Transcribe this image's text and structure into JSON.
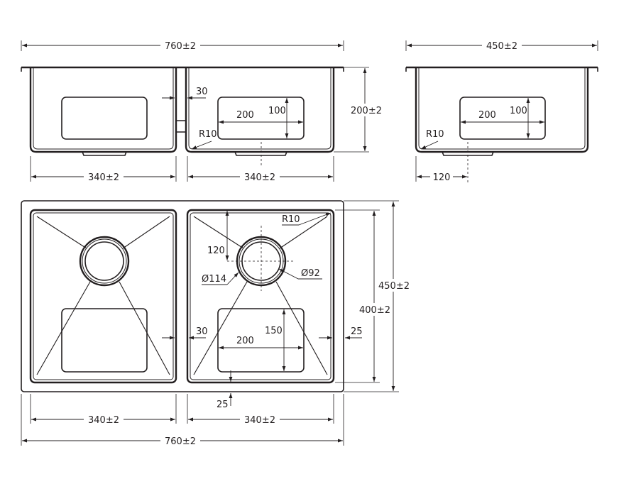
{
  "colors": {
    "line": "#231f20",
    "background": "#ffffff"
  },
  "front_view": {
    "overall_width": "760±2",
    "left_bowl_width": "340±2",
    "right_bowl_width": "340±2",
    "gap": "30",
    "depth": "200±2",
    "corner_radius": "R10",
    "grid_width": "200",
    "grid_height": "100"
  },
  "side_view": {
    "overall_depth": "450±2",
    "grid_width": "200",
    "grid_height": "100",
    "corner_radius": "R10",
    "drain_offset": "120"
  },
  "plan_view": {
    "corner_radius": "R10",
    "drain_offset": "120",
    "outer_diameter": "Ø114",
    "inner_diameter": "Ø92",
    "outer_depth": "450±2",
    "bowl_depth": "400±2",
    "gap": "30",
    "side_margin": "25",
    "grid_width": "200",
    "grid_height": "150",
    "front_margin": "25",
    "left_bowl_width": "340±2",
    "right_bowl_width": "340±2",
    "overall_width": "760±2"
  }
}
